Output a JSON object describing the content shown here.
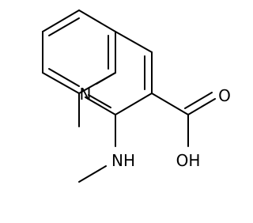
{
  "molecule": {
    "atoms": {
      "ring_n": "N",
      "amine_nh": "NH",
      "carbonyl_o": "O",
      "hydroxyl": "OH"
    }
  }
}
